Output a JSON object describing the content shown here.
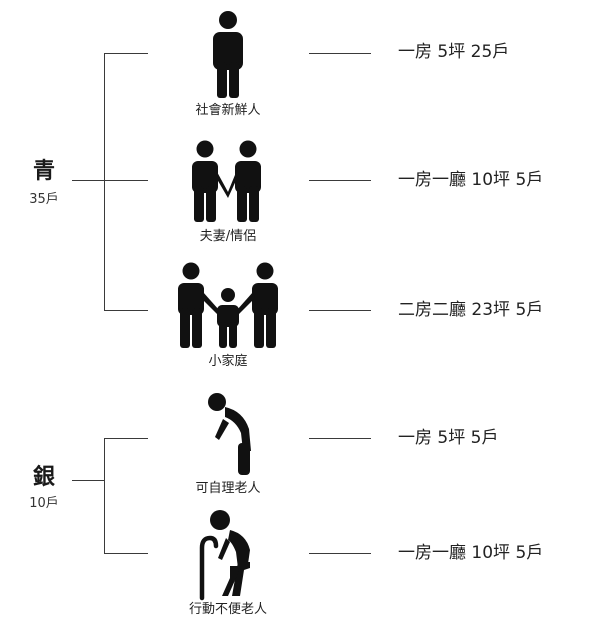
{
  "groups": [
    {
      "title": "青",
      "count": "35戶"
    },
    {
      "title": "銀",
      "count": "10戶"
    }
  ],
  "rows": [
    {
      "icon": "single-person-icon",
      "caption": "社會新鮮人",
      "unit": "一房 5坪 25戶"
    },
    {
      "icon": "couple-icon",
      "caption": "夫妻/情侶",
      "unit": "一房一廳 10坪 5戶"
    },
    {
      "icon": "family-icon",
      "caption": "小家庭",
      "unit": "二房二廳 23坪 5戶"
    },
    {
      "icon": "elderly-icon",
      "caption": "可自理老人",
      "unit": "一房 5坪 5戶"
    },
    {
      "icon": "elderly-with-cane-icon",
      "caption": "行動不便老人",
      "unit": "一房一廳 10坪 5戶"
    }
  ],
  "colors": {
    "icon": "#111111",
    "line": "#3a3a3a",
    "text": "#222222"
  }
}
